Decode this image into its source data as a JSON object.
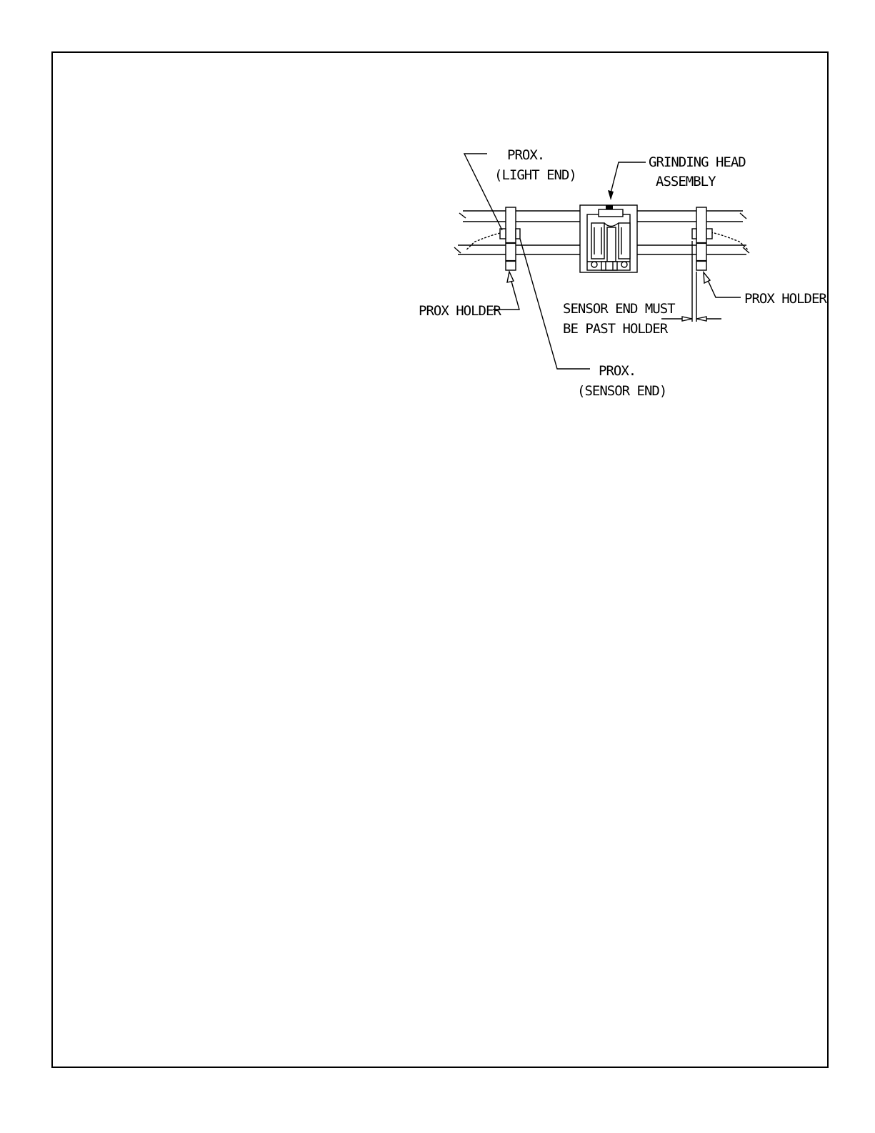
{
  "labels": {
    "prox_light_1": "PROX.",
    "prox_light_2": "(LIGHT END)",
    "grinding_1": "GRINDING HEAD",
    "grinding_2": "ASSEMBLY",
    "prox_holder_left": "PROX HOLDER",
    "prox_holder_right": "PROX HOLDER",
    "sensor_note_1": "SENSOR END MUST",
    "sensor_note_2": "BE PAST HOLDER",
    "prox_sensor_1": "PROX.",
    "prox_sensor_2": "(SENSOR END)"
  },
  "colors": {
    "ink": "#000000",
    "paper": "#ffffff"
  }
}
